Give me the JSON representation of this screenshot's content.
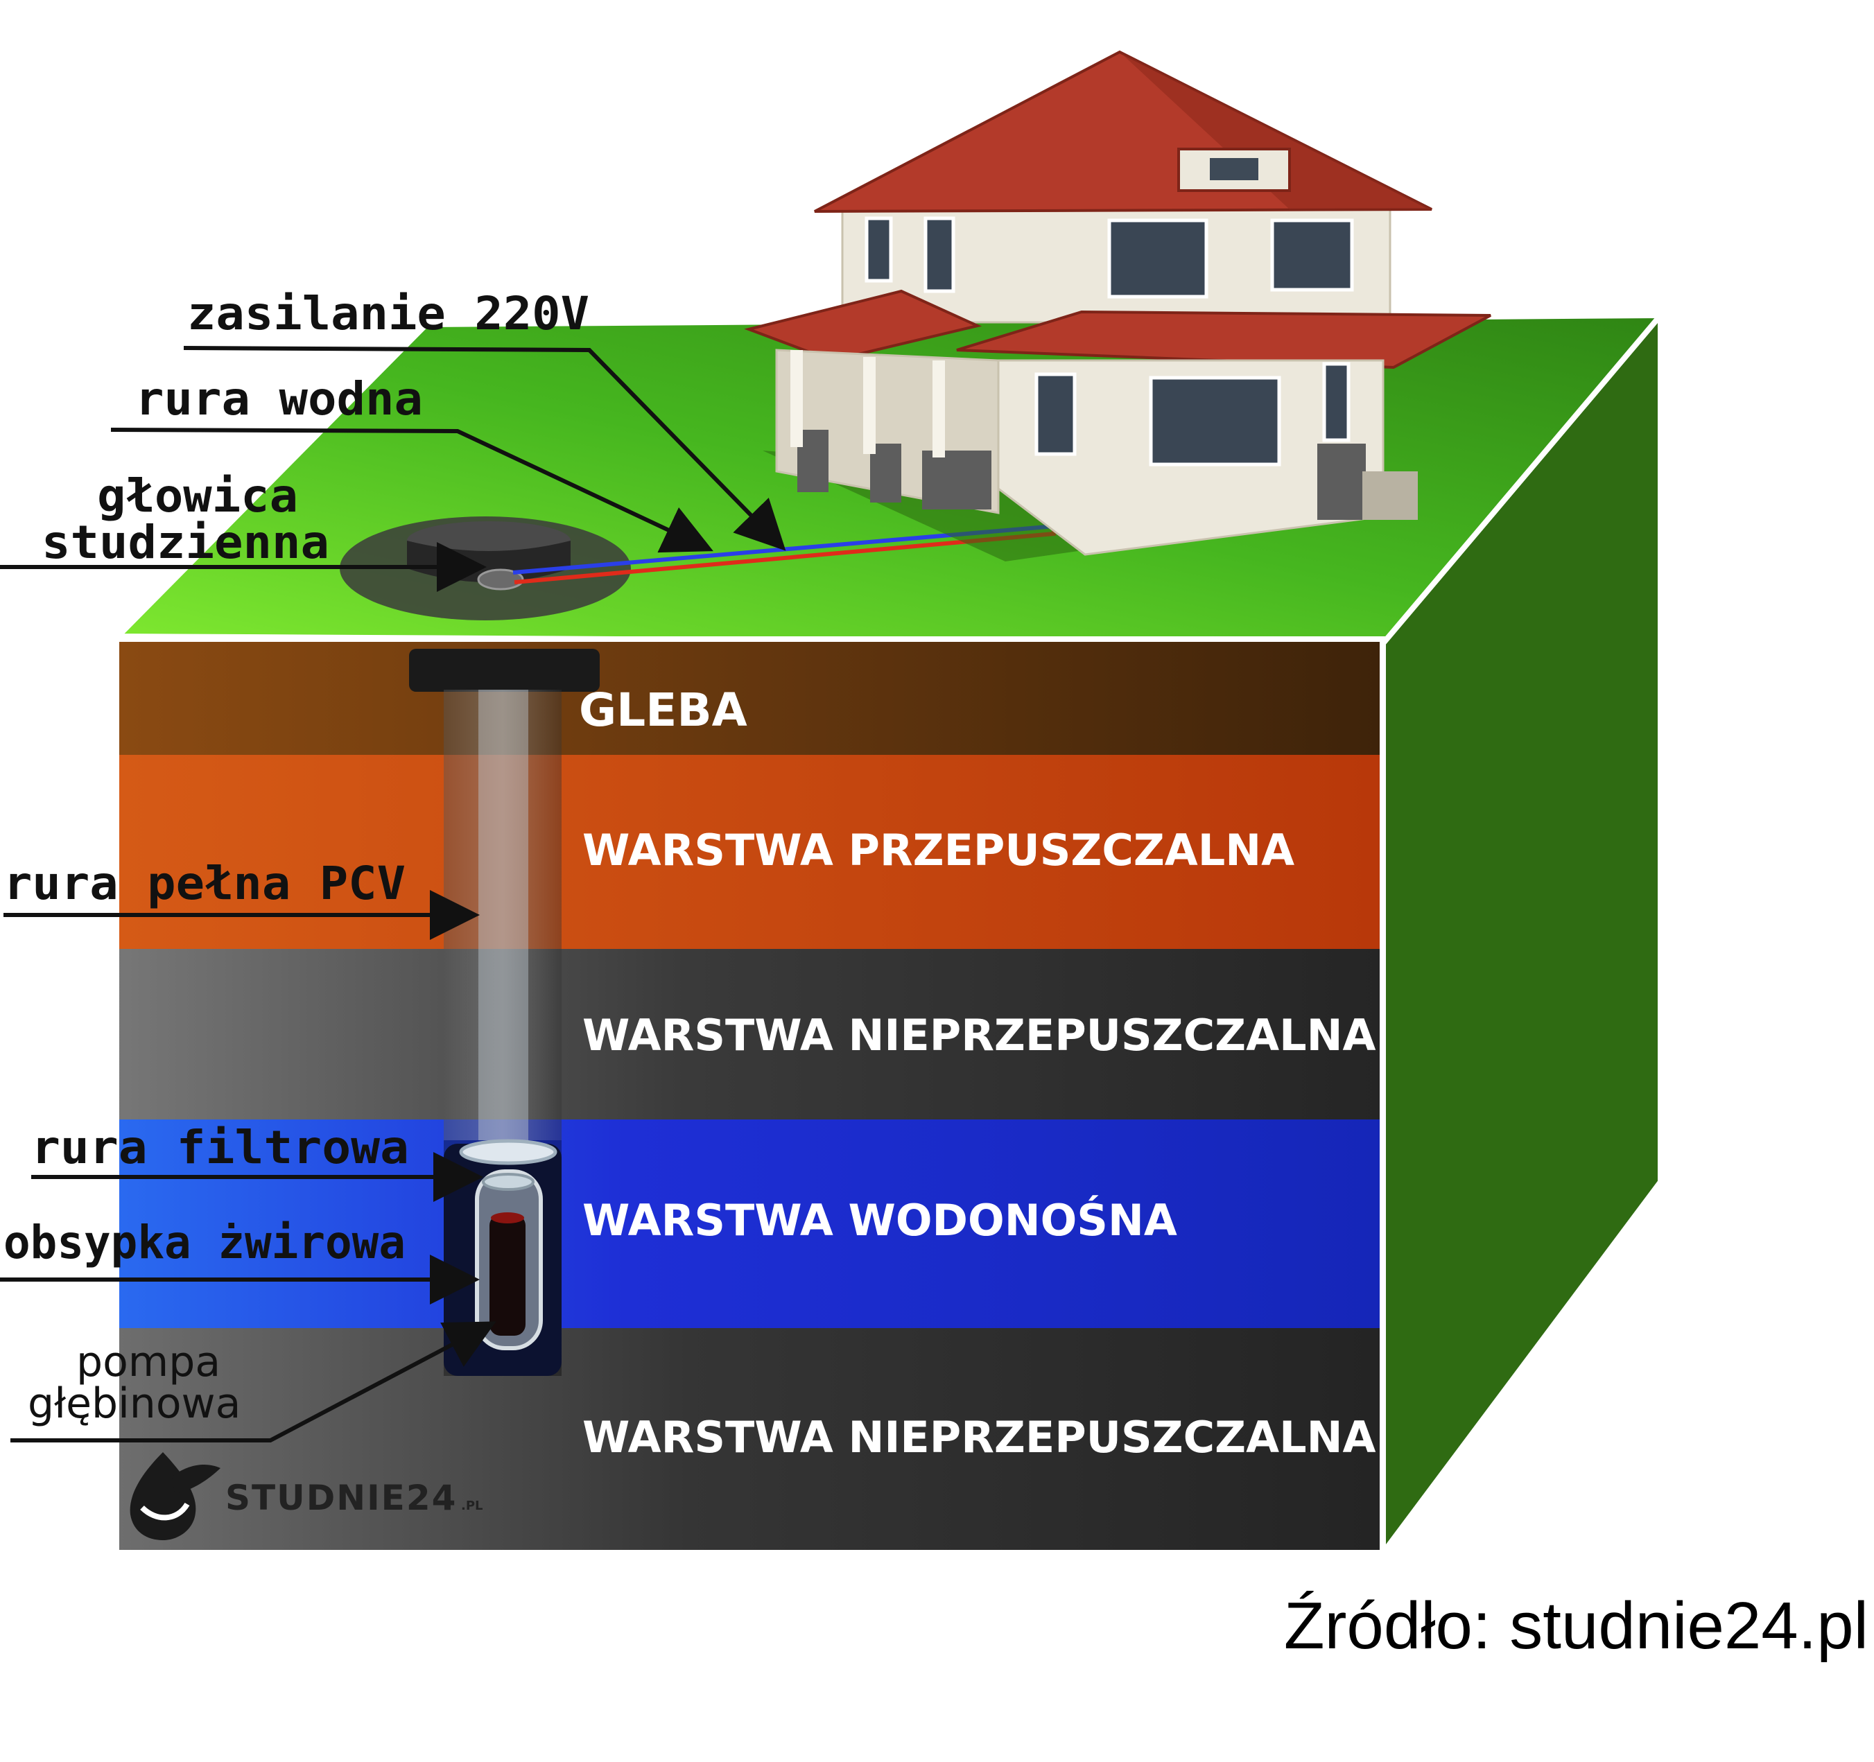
{
  "layers": [
    {
      "name": "GLEBA"
    },
    {
      "name": "WARSTWA PRZEPUSZCZALNA"
    },
    {
      "name": "WARSTWA NIEPRZEPUSZCZALNA"
    },
    {
      "name": "WARSTWA WODONOŚNA"
    },
    {
      "name": "WARSTWA NIEPRZEPUSZCZALNA"
    }
  ],
  "callouts": {
    "power": "zasilanie 220V",
    "water_pipe": "rura wodna",
    "wellhead_line1": "głowica",
    "wellhead_line2": "studzienna",
    "casing": "rura pełna PCV",
    "filter": "rura filtrowa",
    "gravel": "obsypka żwirowa",
    "pump_line1": "pompa",
    "pump_line2": "głębinowa"
  },
  "logo": {
    "name": "STUDNIE24",
    "suffix": ".PL"
  },
  "source": "Źródło: studnie24.pl",
  "colors": {
    "grass_top": "#5fcf2a",
    "grass_side": "#2f6b12",
    "soil": "#5a3512",
    "permeable": "#c54a12",
    "impermeable": "#2f2f2f",
    "aquifer": "#1c2fc8",
    "roof": "#b33a2a",
    "wall": "#ece8dc"
  }
}
